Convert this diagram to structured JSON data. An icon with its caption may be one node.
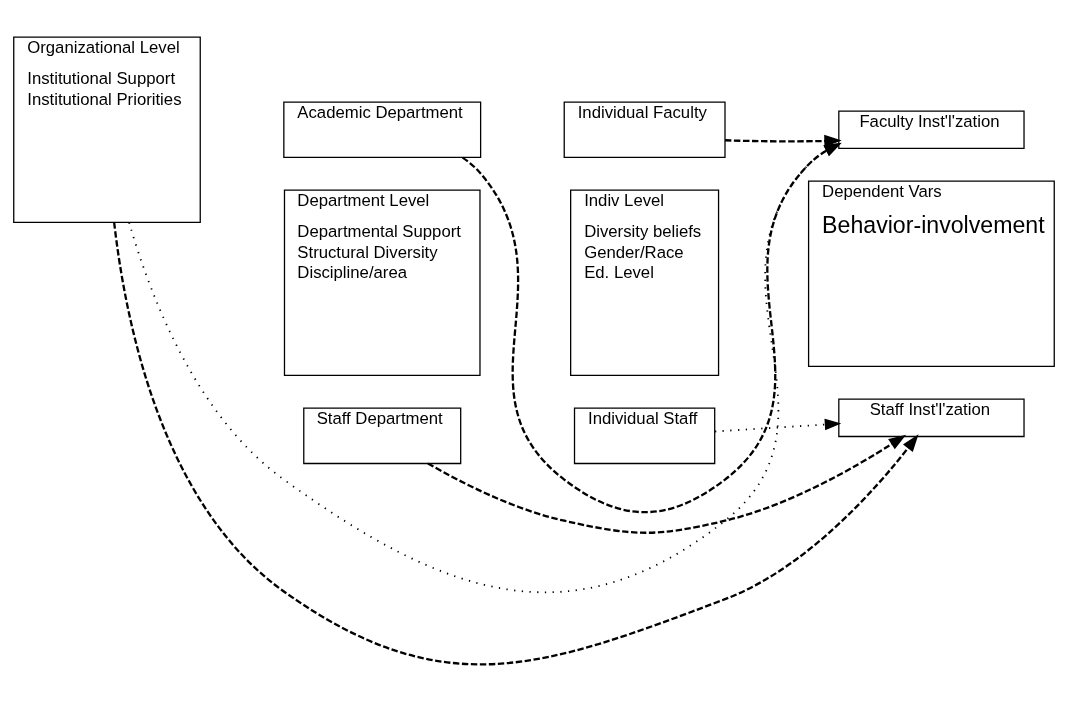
{
  "diagram": {
    "nodes": [
      {
        "text": [
          "Academic Department"
        ]
      },
      {
        "text": [
          "Individual Faculty"
        ]
      },
      {
        "text": [
          "Faculty Inst'l'zation"
        ]
      },
      {
        "text": [
          "Organizational Level",
          "Institutional Support",
          "Institutional Priorities"
        ]
      },
      {
        "text": [
          "Department Level",
          "Departmental Support",
          "Structural Diversity",
          "Discipline/area"
        ]
      },
      {
        "text": [
          "Indiv Level",
          "Diversity beliefs",
          "Gender/Race",
          "Ed. Level"
        ]
      },
      {
        "text": [
          "Dependent Vars",
          "Behavior-involvement"
        ]
      },
      {
        "text": [
          "Individual Staff"
        ]
      },
      {
        "text": [
          "Staff Inst'l'zation"
        ]
      },
      {
        "text": [
          "Staff Department"
        ]
      }
    ],
    "edges": [
      {
        "from": 3,
        "to": 2,
        "arrow": "to"
      },
      {
        "from": 0,
        "to": 2,
        "arrow": "to",
        "style": "dashed"
      },
      {
        "from": 1,
        "to": 2,
        "arrow": "to",
        "style": "dashed"
      },
      {
        "from": 7,
        "to": 8,
        "arrow": "to"
      },
      {
        "from": 9,
        "to": 8,
        "arrow": "to",
        "style": "dashed"
      },
      {
        "from": 3,
        "to": 8,
        "arrow": "to",
        "style": "dashed"
      }
    ]
  }
}
